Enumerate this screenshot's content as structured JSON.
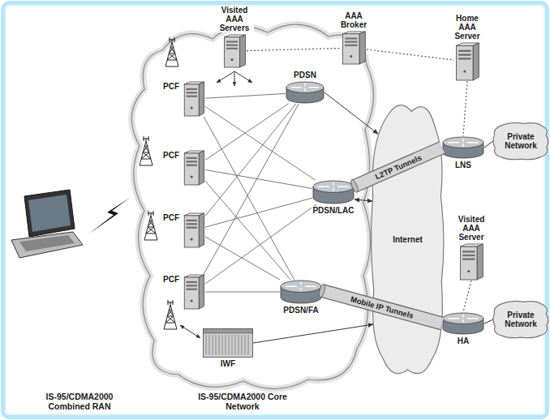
{
  "diagram": {
    "nodes": [
      {
        "text": [
          "Visited AAA Servers"
        ]
      },
      {
        "text": [
          "AAA Broker"
        ]
      },
      {
        "text": [
          "Home AAA Server"
        ]
      },
      {
        "text": [
          "PCF"
        ]
      },
      {
        "text": [
          "PCF"
        ]
      },
      {
        "text": [
          "PCF"
        ]
      },
      {
        "text": [
          "PCF"
        ]
      },
      {
        "text": [
          "PDSN"
        ]
      },
      {
        "text": [
          "PDSN/LAC"
        ]
      },
      {
        "text": [
          "PDSN/FA"
        ]
      },
      {
        "text": [
          "IWF"
        ]
      },
      {
        "text": [
          "Internet"
        ]
      },
      {
        "text": [
          "LNS"
        ]
      },
      {
        "text": [
          "Private Network"
        ]
      },
      {
        "text": [
          "Visited AAA Server"
        ]
      },
      {
        "text": [
          "HA"
        ]
      },
      {
        "text": [
          "Private Network"
        ]
      }
    ],
    "edges": [
      {
        "from": 3,
        "to": 7,
        "arrow": "none"
      },
      {
        "from": 3,
        "to": 8,
        "arrow": "none"
      },
      {
        "from": 3,
        "to": 9,
        "arrow": "none"
      },
      {
        "from": 4,
        "to": 7,
        "arrow": "none"
      },
      {
        "from": 4,
        "to": 8,
        "arrow": "none"
      },
      {
        "from": 4,
        "to": 9,
        "arrow": "none"
      },
      {
        "from": 5,
        "to": 7,
        "arrow": "none"
      },
      {
        "from": 5,
        "to": 8,
        "arrow": "none"
      },
      {
        "from": 5,
        "to": 9,
        "arrow": "none"
      },
      {
        "from": 6,
        "to": 7,
        "arrow": "none"
      },
      {
        "from": 6,
        "to": 8,
        "arrow": "none"
      },
      {
        "from": 6,
        "to": 9,
        "arrow": "none"
      },
      {
        "from": 0,
        "to": 1,
        "arrow": "none"
      },
      {
        "from": 1,
        "to": 2,
        "arrow": "none"
      },
      {
        "from": 2,
        "to": 12,
        "arrow": "none"
      },
      {
        "from": 14,
        "to": 15,
        "arrow": "none"
      },
      {
        "from": 12,
        "to": 13,
        "arrow": "none"
      },
      {
        "from": 15,
        "to": 16,
        "arrow": "none"
      },
      {
        "from": 7,
        "to": 11,
        "arrow": "to"
      },
      {
        "from": 8,
        "to": 11,
        "arrow": "both"
      },
      {
        "from": 10,
        "to": 11,
        "arrow": "to"
      },
      {
        "from": 8,
        "to": 12,
        "label": "L2TP Tunnels",
        "arrow": "none"
      },
      {
        "from": 9,
        "to": 15,
        "label": "Mobile IP Tunnels",
        "arrow": "none"
      }
    ],
    "labels": [
      "IS-95/CDMA2000 Combined RAN",
      "IS-95/CDMA2000 Core Network"
    ]
  }
}
